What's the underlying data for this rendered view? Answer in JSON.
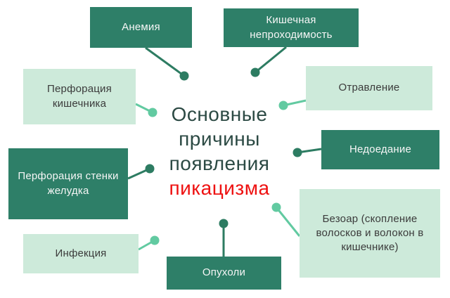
{
  "diagram": {
    "title": {
      "line1": "Основные",
      "line2": "причины",
      "line3": "появления",
      "highlight": "пикацизма",
      "text_color": "#2c4a44",
      "highlight_color": "#ee1111"
    },
    "colors": {
      "background": "#ffffff",
      "dark_box": "#2e7f68",
      "light_box": "#cdeada",
      "dark_box_text": "#f6f6f6",
      "light_box_text": "#3b3b3b",
      "dark_connector": "#2d7c62",
      "light_connector": "#62caa1"
    },
    "nodes": [
      {
        "id": "anemia",
        "label": "Анемия",
        "variant": "dark"
      },
      {
        "id": "intestinal-obstruction",
        "label": "Кишечная непроходимость",
        "variant": "dark"
      },
      {
        "id": "intestinal-perforation",
        "label": "Перфорация кишечника",
        "variant": "light"
      },
      {
        "id": "poisoning",
        "label": "Отравление",
        "variant": "light"
      },
      {
        "id": "malnutrition",
        "label": "Недоедание",
        "variant": "dark"
      },
      {
        "id": "stomach-wall-perforation",
        "label": "Перфорация стенки желудка",
        "variant": "dark"
      },
      {
        "id": "infection",
        "label": "Инфекция",
        "variant": "light"
      },
      {
        "id": "tumors",
        "label": "Опухоли",
        "variant": "dark"
      },
      {
        "id": "bezoar",
        "label": "Безоар (скопление волосков и волокон в кишечнике)",
        "variant": "light"
      }
    ]
  }
}
